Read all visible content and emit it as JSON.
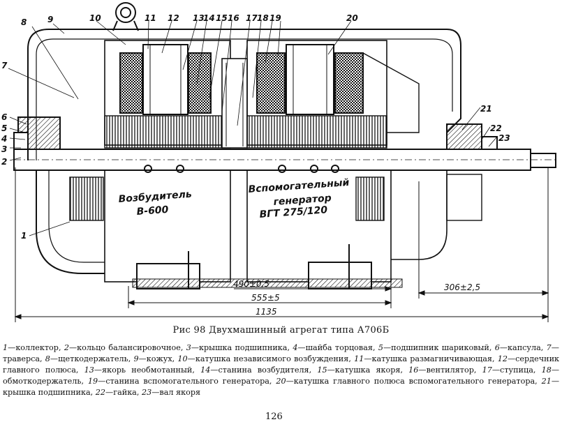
{
  "figure": {
    "part_numbers": [
      "1",
      "2",
      "3",
      "4",
      "5",
      "6",
      "7",
      "8",
      "9",
      "10",
      "11",
      "12",
      "13",
      "14",
      "15",
      "16",
      "17",
      "18",
      "19",
      "20",
      "21",
      "22",
      "23"
    ],
    "body_labels": {
      "exciter_line1": "Возбудитель",
      "exciter_line2": "В-600",
      "generator_line1": "Вспомогательный",
      "generator_line2": "генератор",
      "generator_line3": "ВГТ 275/120"
    },
    "dimensions": {
      "d1": "490±0,5",
      "d2": "555±5",
      "d3": "1135",
      "d4": "306±2,5"
    }
  },
  "caption": "Рис 98 Двухмашинный агрегат типа А706Б",
  "legend": [
    {
      "num": "1",
      "text": "коллектор"
    },
    {
      "num": "2",
      "text": "кольцо балансировочное"
    },
    {
      "num": "3",
      "text": "крышка подшипника"
    },
    {
      "num": "4",
      "text": "шайба торцовая"
    },
    {
      "num": "5",
      "text": "подшипник шариковый"
    },
    {
      "num": "6",
      "text": "капсула"
    },
    {
      "num": "7",
      "text": "траверса"
    },
    {
      "num": "8",
      "text": "щеткодержатель"
    },
    {
      "num": "9",
      "text": "кожух"
    },
    {
      "num": "10",
      "text": "катушка независимого возбуждения"
    },
    {
      "num": "11",
      "text": "катушка размагничивающая"
    },
    {
      "num": "12",
      "text": "сердечник главного полюса"
    },
    {
      "num": "13",
      "text": "якорь необмотанный"
    },
    {
      "num": "14",
      "text": "станина возбудителя"
    },
    {
      "num": "15",
      "text": "катушка якоря"
    },
    {
      "num": "16",
      "text": "вентилятор"
    },
    {
      "num": "17",
      "text": "ступица"
    },
    {
      "num": "18",
      "text": "обмоткодержатель"
    },
    {
      "num": "19",
      "text": "станина вспомогательного генератора"
    },
    {
      "num": "20",
      "text": "катушка главного полюса вспомогательного генератора"
    },
    {
      "num": "21",
      "text": "крышка подшипника"
    },
    {
      "num": "22",
      "text": "гайка"
    },
    {
      "num": "23",
      "text": "вал якоря"
    }
  ],
  "page_number": "126"
}
